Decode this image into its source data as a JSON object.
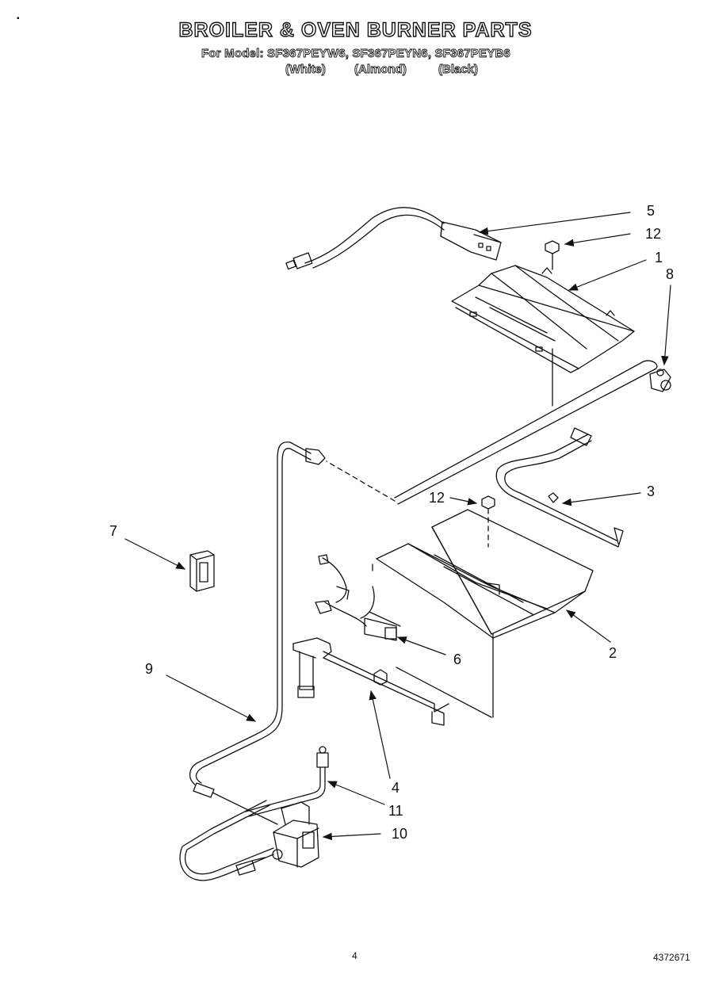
{
  "header": {
    "title": "BROILER & OVEN BURNER PARTS",
    "models_line": "For Model: SF367PEYW6, SF367PEYN6, SF367PEYB6",
    "colors": [
      "(White)",
      "(Almond)",
      "(Black)"
    ]
  },
  "callouts": {
    "c1": "1",
    "c2": "2",
    "c3": "3",
    "c4": "4",
    "c5": "5",
    "c6": "6",
    "c7": "7",
    "c8": "8",
    "c9": "9",
    "c10": "10",
    "c11": "11",
    "c12a": "12",
    "c12b": "12"
  },
  "footer": {
    "page_number": "4",
    "doc_code": "4372671"
  },
  "colors": {
    "ink": "#111111",
    "paper": "#ffffff"
  }
}
